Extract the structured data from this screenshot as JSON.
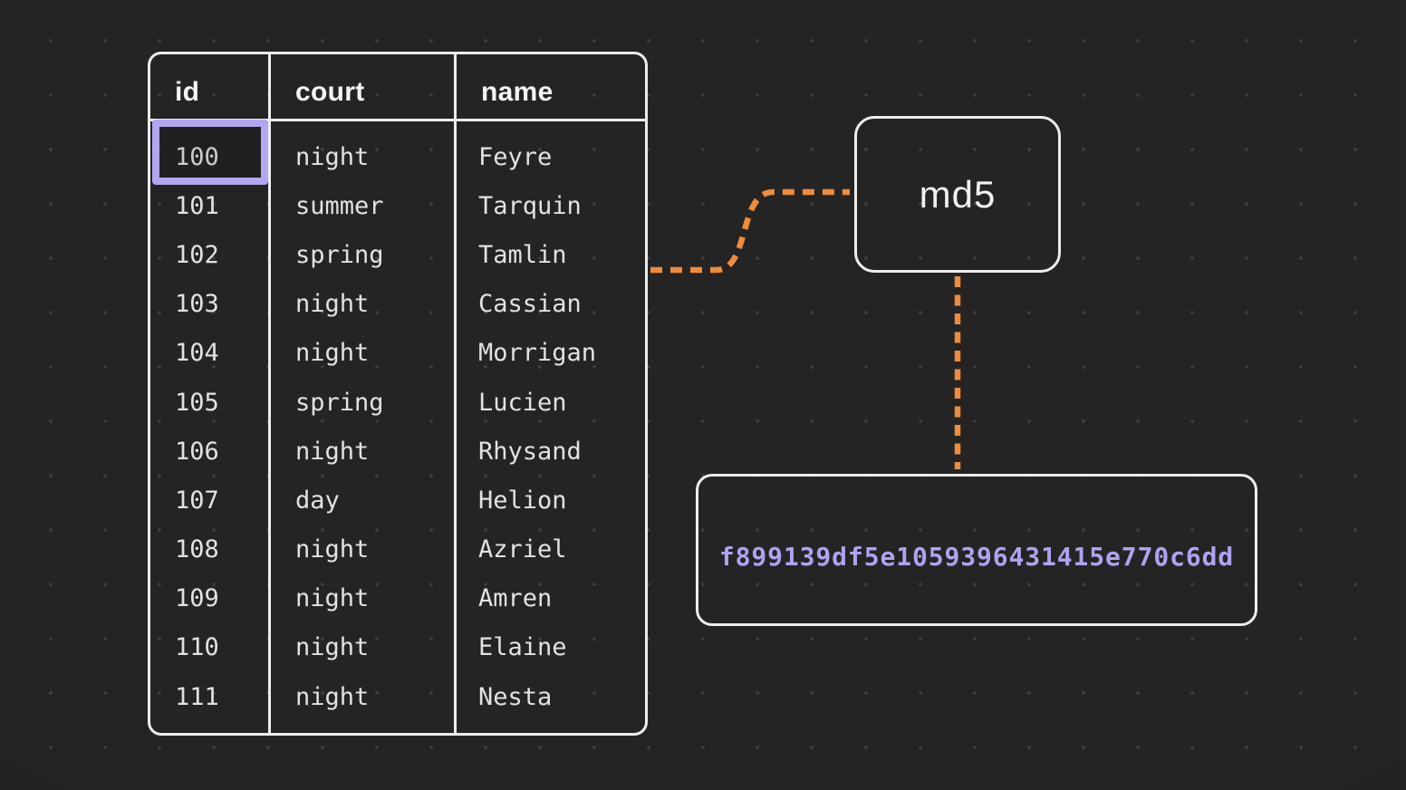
{
  "table": {
    "columns": [
      "id",
      "court",
      "name"
    ],
    "rows": [
      [
        "100",
        "night",
        "Feyre"
      ],
      [
        "101",
        "summer",
        "Tarquin"
      ],
      [
        "102",
        "spring",
        "Tamlin"
      ],
      [
        "103",
        "night",
        "Cassian"
      ],
      [
        "104",
        "night",
        "Morrigan"
      ],
      [
        "105",
        "spring",
        "Lucien"
      ],
      [
        "106",
        "night",
        "Rhysand"
      ],
      [
        "107",
        "day",
        "Helion"
      ],
      [
        "108",
        "night",
        "Azriel"
      ],
      [
        "109",
        "night",
        "Amren"
      ],
      [
        "110",
        "night",
        "Elaine"
      ],
      [
        "111",
        "night",
        "Nesta"
      ]
    ],
    "highlighted_cell": {
      "column": "id",
      "value": "100"
    }
  },
  "hash_node": {
    "label": "md5"
  },
  "output_node": {
    "value": "f899139df5e1059396431415e770c6dd"
  },
  "colors": {
    "background": "#242424",
    "border": "#ededed",
    "accent_orange": "#ee8b3c",
    "accent_purple": "#b4a6f1",
    "hash_text": "#b0a2f0"
  }
}
